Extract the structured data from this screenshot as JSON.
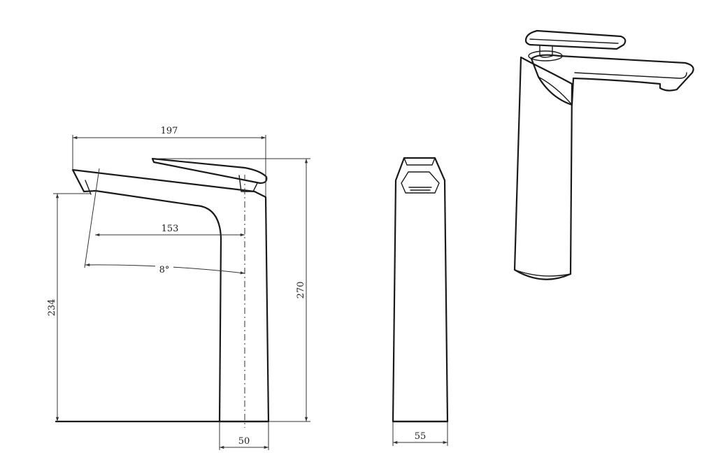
{
  "views": {
    "side": "side-view",
    "front": "front-view",
    "iso": "isometric-view"
  },
  "dimensions": {
    "overall_reach": "197",
    "spout_reach": "153",
    "spout_angle": "8°",
    "spout_height": "234",
    "total_height": "270",
    "base_depth": "50",
    "base_width": "55"
  },
  "colors": {
    "line": "#1a1a1a",
    "dimension": "#333333",
    "background": "#ffffff"
  }
}
